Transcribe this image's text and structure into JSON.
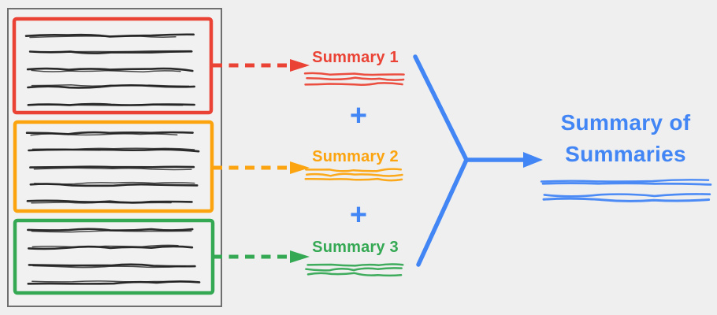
{
  "colors": {
    "background": "#efefef",
    "document_fill": "#f1f1f1",
    "document_border": "#6f6f6f",
    "ink": "#1f1f1f",
    "red": "#ea4335",
    "orange": "#fba40f",
    "green": "#34a853",
    "blue": "#4285f4"
  },
  "document": {
    "sections": [
      {
        "name": "section-1",
        "color": "red",
        "line_count": 5
      },
      {
        "name": "section-2",
        "color": "orange",
        "line_count": 5
      },
      {
        "name": "section-3",
        "color": "green",
        "line_count": 4
      }
    ]
  },
  "summaries": [
    {
      "label": "Summary 1",
      "color": "red"
    },
    {
      "label": "Summary 2",
      "color": "orange"
    },
    {
      "label": "Summary 3",
      "color": "green"
    }
  ],
  "operators": {
    "plus_1": "+",
    "plus_2": "+"
  },
  "output": {
    "label": "Summary of Summaries",
    "color": "blue"
  },
  "icons": {
    "map_arrow": "dashed-right-arrow-icon",
    "merge_arrow": "merge-right-arrow-icon"
  }
}
